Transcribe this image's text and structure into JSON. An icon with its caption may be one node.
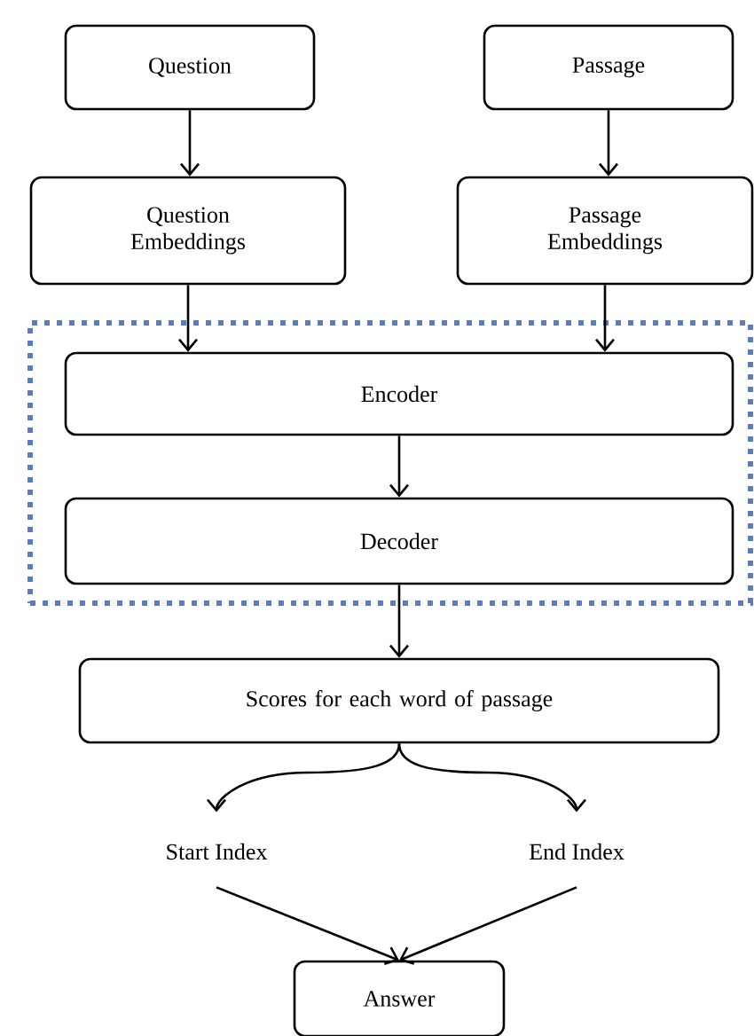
{
  "diagram": {
    "nodes": [
      {
        "text": [
          "Question"
        ]
      },
      {
        "text": [
          "Passage"
        ]
      },
      {
        "text": [
          "Question Embeddings"
        ]
      },
      {
        "text": [
          "Passage Embeddings"
        ]
      },
      {
        "text": [],
        "shape": "box"
      },
      {
        "text": [
          "Encoder"
        ],
        "in": 4
      },
      {
        "text": [
          "Decoder"
        ],
        "in": 4
      },
      {
        "text": [
          "Scores for each word of passage"
        ]
      },
      {
        "text": [
          "Start Index"
        ]
      },
      {
        "text": [
          "End Index"
        ]
      },
      {
        "text": [
          "Answer"
        ]
      }
    ],
    "edges": [
      {
        "from": 0,
        "to": 2,
        "arrow": "to"
      },
      {
        "from": 1,
        "to": 3,
        "arrow": "to"
      },
      {
        "from": 2,
        "to": 5,
        "arrow": "to"
      },
      {
        "from": 3,
        "to": 5,
        "arrow": "to"
      },
      {
        "from": 5,
        "to": 6,
        "arrow": "to"
      },
      {
        "from": 6,
        "to": 7,
        "arrow": "to"
      },
      {
        "from": 7,
        "to": 8,
        "arrow": "to"
      },
      {
        "from": 7,
        "to": 9,
        "arrow": "to"
      },
      {
        "from": 8,
        "to": 10,
        "arrow": "to"
      },
      {
        "from": 9,
        "to": 10,
        "arrow": "to"
      }
    ]
  }
}
